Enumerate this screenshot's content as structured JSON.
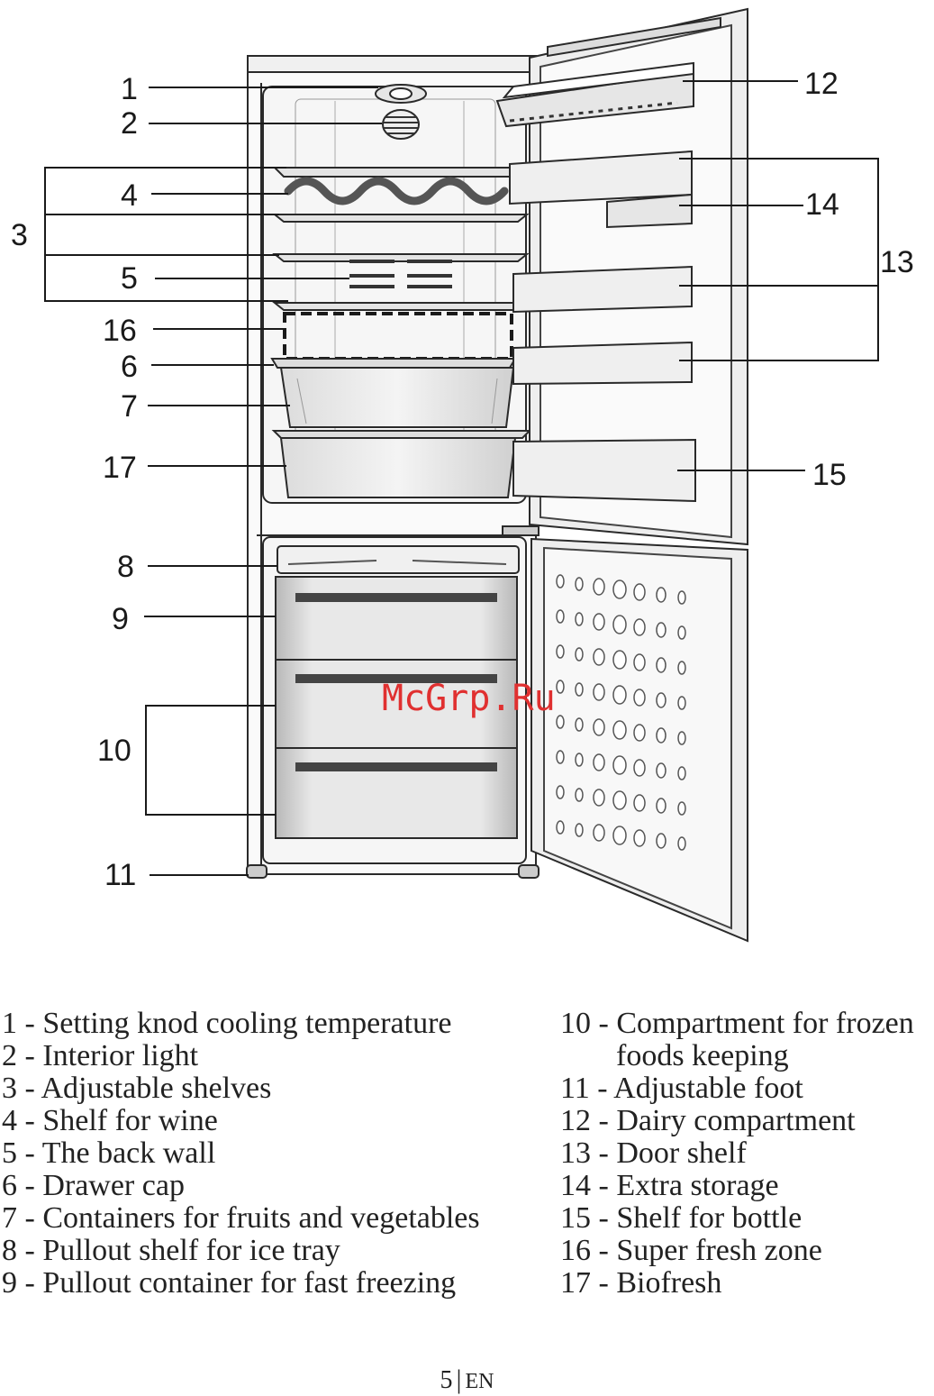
{
  "callouts": {
    "c1": "1",
    "c2": "2",
    "c3": "3",
    "c4": "4",
    "c5": "5",
    "c6": "6",
    "c7": "7",
    "c8": "8",
    "c9": "9",
    "c10": "10",
    "c11": "11",
    "c12": "12",
    "c13": "13",
    "c14": "14",
    "c15": "15",
    "c16": "16",
    "c17": "17"
  },
  "legend_left": [
    "1 - Setting knod cooling temperature",
    "2 - Interior light",
    "3 - Adjustable shelves",
    "4 - Shelf for wine",
    "5 - The back wall",
    "6 - Drawer cap",
    "7 - Containers for fruits and vegetables",
    "8 - Pullout shelf for ice tray",
    "9 - Pullout container for fast freezing"
  ],
  "legend_right": {
    "item10_line1": "10 - Compartment for frozen",
    "item10_line2": "foods keeping",
    "items": [
      "11 - Adjustable foot",
      "12 - Dairy compartment",
      "13 - Door shelf",
      "14 - Extra storage",
      "15 - Shelf for bottle",
      "16 - Super fresh zone",
      "17 - Biofresh"
    ]
  },
  "watermark": "McGrp.Ru",
  "footer": {
    "page": "5",
    "separator": "|",
    "lang": "EN"
  },
  "colors": {
    "line": "#1a1a1a",
    "appliance_fill": "#f2f2f2",
    "drawer_fill": "#d6d6d6",
    "watermark": "#e03030"
  }
}
